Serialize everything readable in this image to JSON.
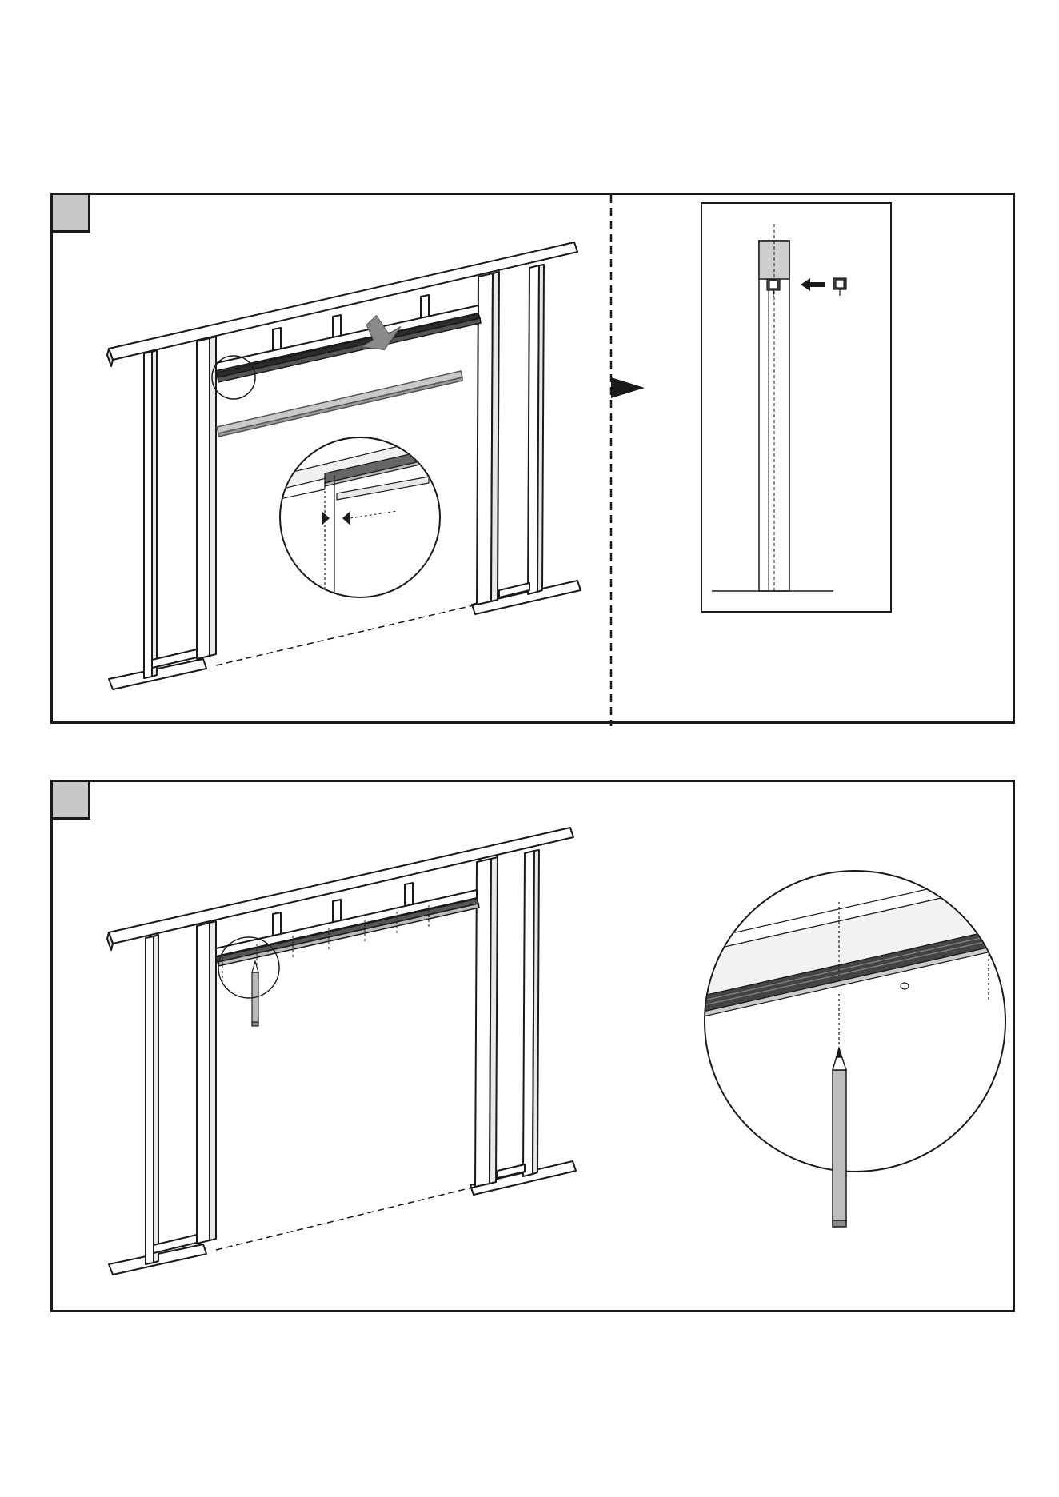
{
  "steps": [
    {
      "number": ""
    },
    {
      "number": ""
    }
  ],
  "colors": {
    "ink": "#1a1a1a",
    "panel_fill": "#ffffff",
    "badge_fill": "#c8c8c8",
    "rail_light": "#b8b8b8",
    "rail_dark": "#2b2b2b",
    "arrow_gray": "#8a8a8a"
  },
  "icons": [
    "wall-frame",
    "track-rail",
    "insert-arrow",
    "detail-magnifier",
    "carriage-wheel",
    "pencil",
    "direction-triangle"
  ]
}
